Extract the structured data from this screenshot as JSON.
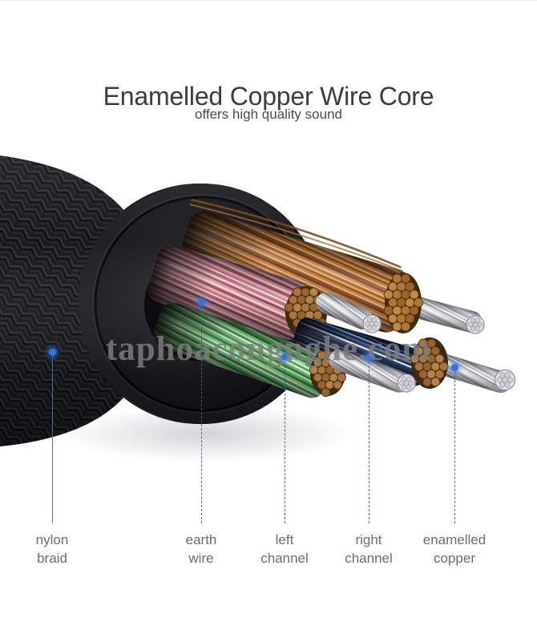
{
  "header": {
    "title": "Enamelled Copper Wire Core",
    "subtitle": "offers high quality sound"
  },
  "watermark": {
    "text": "taphoacongnghe.com"
  },
  "callouts": [
    {
      "id": "nylon-braid",
      "label": "nylon\nbraid"
    },
    {
      "id": "earth-wire",
      "label": "earth\nwire"
    },
    {
      "id": "left-channel",
      "label": "left\nchannel"
    },
    {
      "id": "right-channel",
      "label": "right\nchannel"
    },
    {
      "id": "enamelled-copper",
      "label": "enamelled\ncopper"
    }
  ],
  "palette": {
    "accent_dot_blue": "#2f74e0",
    "callout_line_teal": "#2f6d82",
    "cable_black": "#1b1b1e",
    "wire_pink": "#dc97a1",
    "wire_copper": "#c07a3c",
    "wire_green": "#72c875",
    "wire_navy": "#27406e",
    "wire_silver": "#dcdce0",
    "wire_tip_brown": "#a8743f"
  }
}
